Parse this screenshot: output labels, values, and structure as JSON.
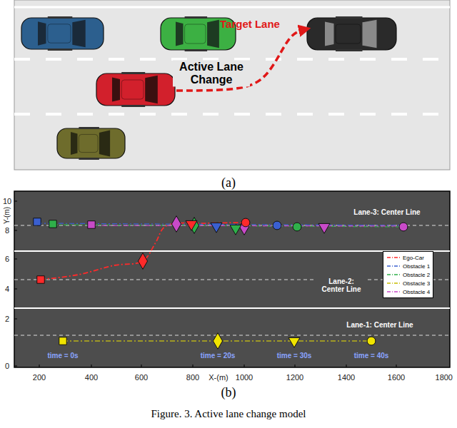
{
  "diagram": {
    "caption": "Figure. 3. Active lane change model",
    "labels": [
      "Target Lane",
      "Active Lane Change",
      "(a)",
      "10",
      "8",
      "6",
      "4",
      "2",
      "0",
      "Y-(m)",
      "Lane-3: Center Line",
      "Lane-2: Center Line",
      "Lane-1: Center Line",
      "time = 0s",
      "time = 20s",
      "time = 30s",
      "time = 40s",
      "200",
      "400",
      "600",
      "800",
      "X-(m)",
      "1000",
      "1200",
      "1400",
      "1600",
      "1800",
      "(b)"
    ],
    "legend": [
      {
        "text": "Ego-Car"
      },
      {
        "text": "Obstacle 1"
      },
      {
        "text": "Obstacle 2"
      },
      {
        "text": "Obstacle 3"
      },
      {
        "text": "Obstacle 4"
      }
    ]
  }
}
